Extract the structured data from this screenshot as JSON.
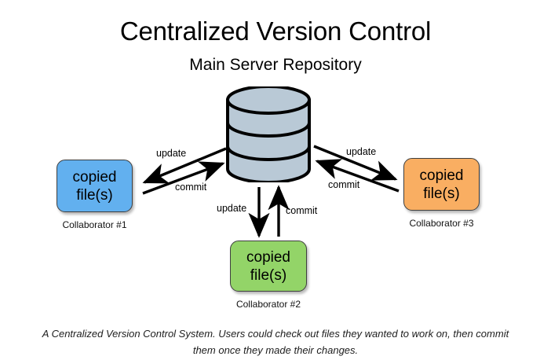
{
  "diagram": {
    "title": "Centralized Version Control",
    "subtitle": "Main Server Repository",
    "caption": "A Centralized Version Control System. Users could check out files they wanted to work on, then commit them once they made their changes.",
    "background_color": "#ffffff"
  },
  "server": {
    "icon": "database-cylinder-icon",
    "fill_color": "#b9c9d6",
    "stroke_color": "#000000",
    "bands": 3
  },
  "nodes": [
    {
      "id": "collaborator-1",
      "line1": "copied",
      "line2": "file(s)",
      "caption": "Collaborator #1",
      "color": "#62b0ef"
    },
    {
      "id": "collaborator-2",
      "line1": "copied",
      "line2": "file(s)",
      "caption": "Collaborator #2",
      "color": "#93d468"
    },
    {
      "id": "collaborator-3",
      "line1": "copied",
      "line2": "file(s)",
      "caption": "Collaborator #3",
      "color": "#f9ae62"
    }
  ],
  "edges": {
    "left": {
      "update_label": "update",
      "commit_label": "commit",
      "update_direction": "server-to-collaborator",
      "commit_direction": "collaborator-to-server"
    },
    "right": {
      "update_label": "update",
      "commit_label": "commit",
      "update_direction": "server-to-collaborator",
      "commit_direction": "collaborator-to-server"
    },
    "bottom": {
      "update_label": "update",
      "commit_label": "commit",
      "update_direction": "server-to-collaborator",
      "commit_direction": "collaborator-to-server"
    }
  }
}
